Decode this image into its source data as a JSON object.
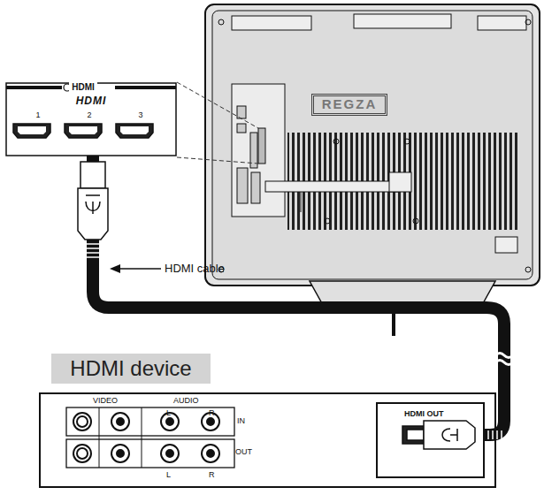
{
  "diagram": {
    "nodes": [
      {
        "text": [
          "HDMI",
          "HDMI",
          "1",
          "2",
          "3"
        ]
      },
      {
        "text": [
          "REGZA"
        ]
      },
      {
        "text": [
          "HDMI device"
        ]
      },
      {
        "text": [
          "HDMI OUT"
        ]
      }
    ],
    "edges": [
      {
        "from": 0,
        "to": 3,
        "arrow": "none"
      }
    ],
    "labels": [
      "HDMI cable",
      "VIDEO",
      "AUDIO",
      "L",
      "R",
      "IN",
      "OUT",
      "L",
      "R"
    ]
  }
}
